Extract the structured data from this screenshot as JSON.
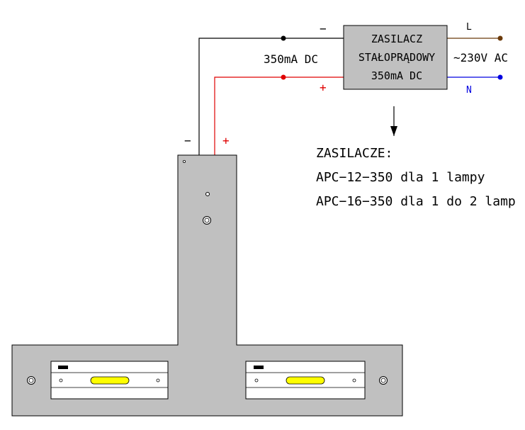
{
  "power_supply": {
    "line1": "ZASILACZ",
    "line2": "STAŁOPRĄDOWY",
    "line3": "350mA  DC",
    "fill": "#c0c0c0"
  },
  "wiring": {
    "dc_label": "350mA  DC",
    "minus_top": "−",
    "plus_bottom": "+",
    "L_label": "L",
    "N_label": "N",
    "ac_label": "~230V  AC",
    "fixture_minus": "−",
    "fixture_plus": "+",
    "colors": {
      "negative": "#000000",
      "positive": "#e00000",
      "live": "#6b3a0a",
      "neutral": "#0000e0"
    }
  },
  "notes": {
    "title": "ZASILACZE:",
    "line1": "APC−12−350  dla  1  lampy",
    "line2": "APC−16−350  dla  1  do  2  lamp"
  },
  "fixture": {
    "fill": "#c0c0c0",
    "lens_color": "#ffff00"
  }
}
